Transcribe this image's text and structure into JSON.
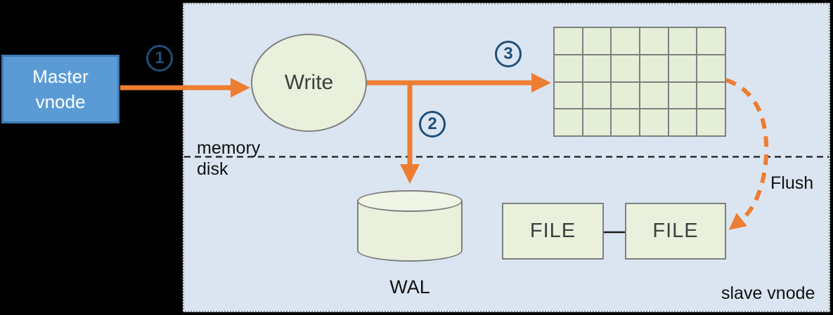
{
  "diagram": {
    "master_node": {
      "label": "Master\nvnode"
    },
    "write_node": {
      "label": "Write"
    },
    "memtable": {
      "rows": 4,
      "cols": 6
    },
    "wal": {
      "label": "WAL"
    },
    "file_boxes": [
      {
        "label": "FILE"
      },
      {
        "label": "FILE"
      }
    ],
    "region_labels": {
      "memory": "memory",
      "disk": "disk"
    },
    "flush_label": "Flush",
    "slave_vnode_label": "slave vnode",
    "steps": [
      {
        "number": "1"
      },
      {
        "number": "2"
      },
      {
        "number": "3"
      }
    ],
    "colors": {
      "background": "#000000",
      "panel_bg": "#dbe5f1",
      "panel_border": "#8c8c8c",
      "node_fill": "#e9f1dc",
      "grid_cell_fill": "#e5eed7",
      "node_border": "#7f7f7f",
      "master_fill": "#5b9bd5",
      "master_border": "#3d7ab5",
      "arrow": "#ed7d31",
      "step_badge": "#1f4e79",
      "text_dark": "#3f3f3f"
    }
  }
}
